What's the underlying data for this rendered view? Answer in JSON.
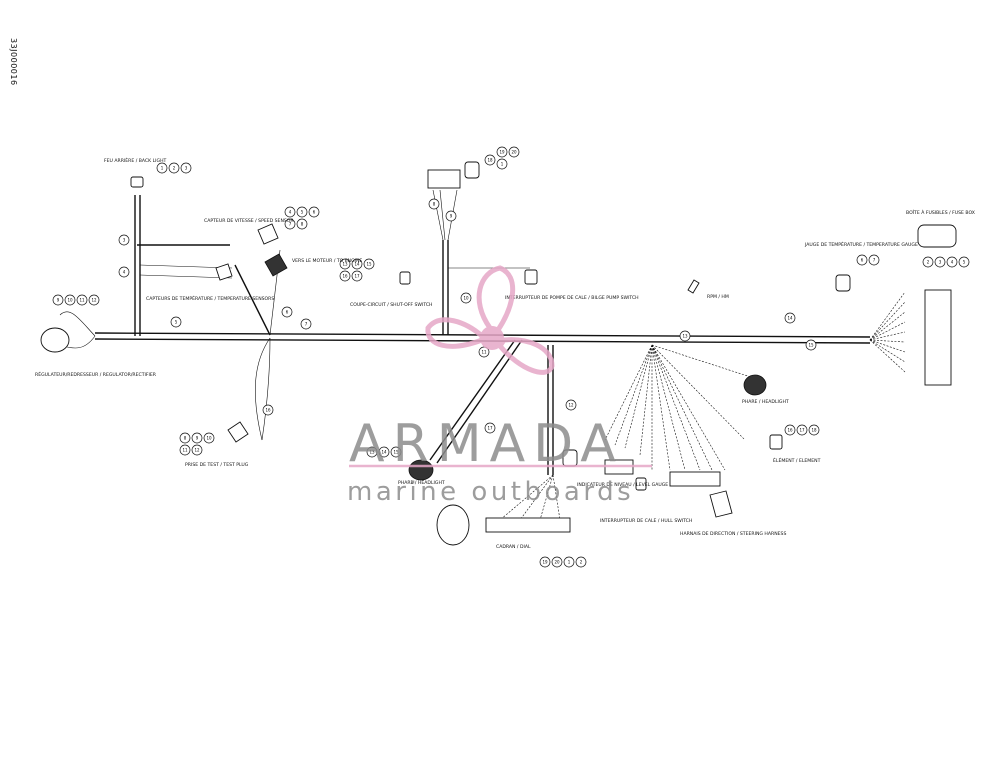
{
  "doc_code": "33J000016",
  "watermark": {
    "brand": "ARMADA",
    "tagline": "marine outboards",
    "brand_color": "#e6a7c7",
    "text_color": "#8c8c8c"
  },
  "labels": [
    "FEU ARRIÈRE / BACK LIGHT",
    "CAPTEUR DE VITESSE / SPEED SENSOR",
    "VERS LE MOTEUR / TO ENGINE",
    "CAPTEURS DE TEMPÉRATURE / TEMPERATURE SENSORS",
    "COUPE-CIRCUIT / SHUT-OFF SWITCH",
    "INTERRUPTEUR DE POMPE DE CALE / BILGE PUMP SWITCH",
    "RPM / HM",
    "JAUGE DE TEMPÉRATURE / TEMPERATURE GAUGE",
    "BOÎTE À FUSIBLES / FUSE BOX",
    "RÉGULATEUR/REDRESSEUR / REGULATOR/RECTIFIER",
    "PHARE / HEADLIGHT",
    "ÉLÉMENT / ELEMENT",
    "PRISE DE TEST / TEST PLUG",
    "PHARE / HEADLIGHT",
    "INDICATEUR DE NIVEAU / LEVEL GAUGE",
    "INTERRUPTEUR DE CALE / HULL SWITCH",
    "HARNAIS DE DIRECTION / STEERING HARNESS",
    "CADRAN / DIAL"
  ],
  "bubble_refs": [
    "1",
    "2",
    "3",
    "4",
    "5",
    "6",
    "7",
    "8",
    "9",
    "10",
    "11",
    "12",
    "13",
    "14",
    "15",
    "16",
    "17",
    "18",
    "19",
    "20"
  ]
}
